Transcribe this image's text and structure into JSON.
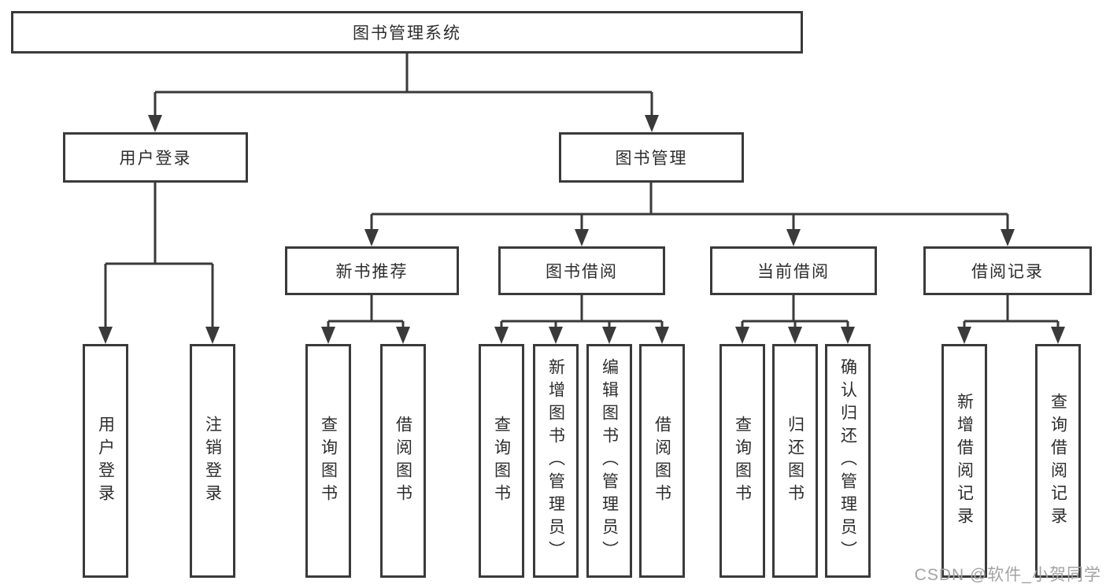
{
  "diagram": {
    "title": "图书管理系统"
  },
  "nodes": {
    "root": {
      "label": "图书管理系统"
    },
    "user_login": {
      "label": "用户登录"
    },
    "book_mgmt": {
      "label": "图书管理"
    },
    "new_book_rec": {
      "label": "新书推荐"
    },
    "book_borrow": {
      "label": "图书借阅"
    },
    "current_borrow": {
      "label": "当前借阅"
    },
    "borrow_records": {
      "label": "借阅记录"
    },
    "leaf_user_login": {
      "label": "用户登录"
    },
    "leaf_logout": {
      "label": "注销登录"
    },
    "leaf_query_books_rec": {
      "label": "查询图书"
    },
    "leaf_borrow_books_rec": {
      "label": "借阅图书"
    },
    "leaf_query_books_borrow": {
      "label": "查询图书"
    },
    "leaf_add_books_admin": {
      "label": "新增图书（管理员）"
    },
    "leaf_edit_books_admin": {
      "label": "编辑图书（管理员）"
    },
    "leaf_borrow_books": {
      "label": "借阅图书"
    },
    "leaf_query_books_current": {
      "label": "查询图书"
    },
    "leaf_return_books": {
      "label": "归还图书"
    },
    "leaf_confirm_return_admin": {
      "label": "确认归还（管理员）"
    },
    "leaf_add_borrow_record": {
      "label": "新增借阅记录"
    },
    "leaf_query_borrow_record": {
      "label": "查询借阅记录"
    }
  },
  "watermark": {
    "text": "CSDN @软件_小贺同学"
  },
  "colors": {
    "line": "#3a3a3a",
    "text": "#2d2d2d",
    "watermark": "#a3a3a3",
    "background": "#ffffff"
  }
}
